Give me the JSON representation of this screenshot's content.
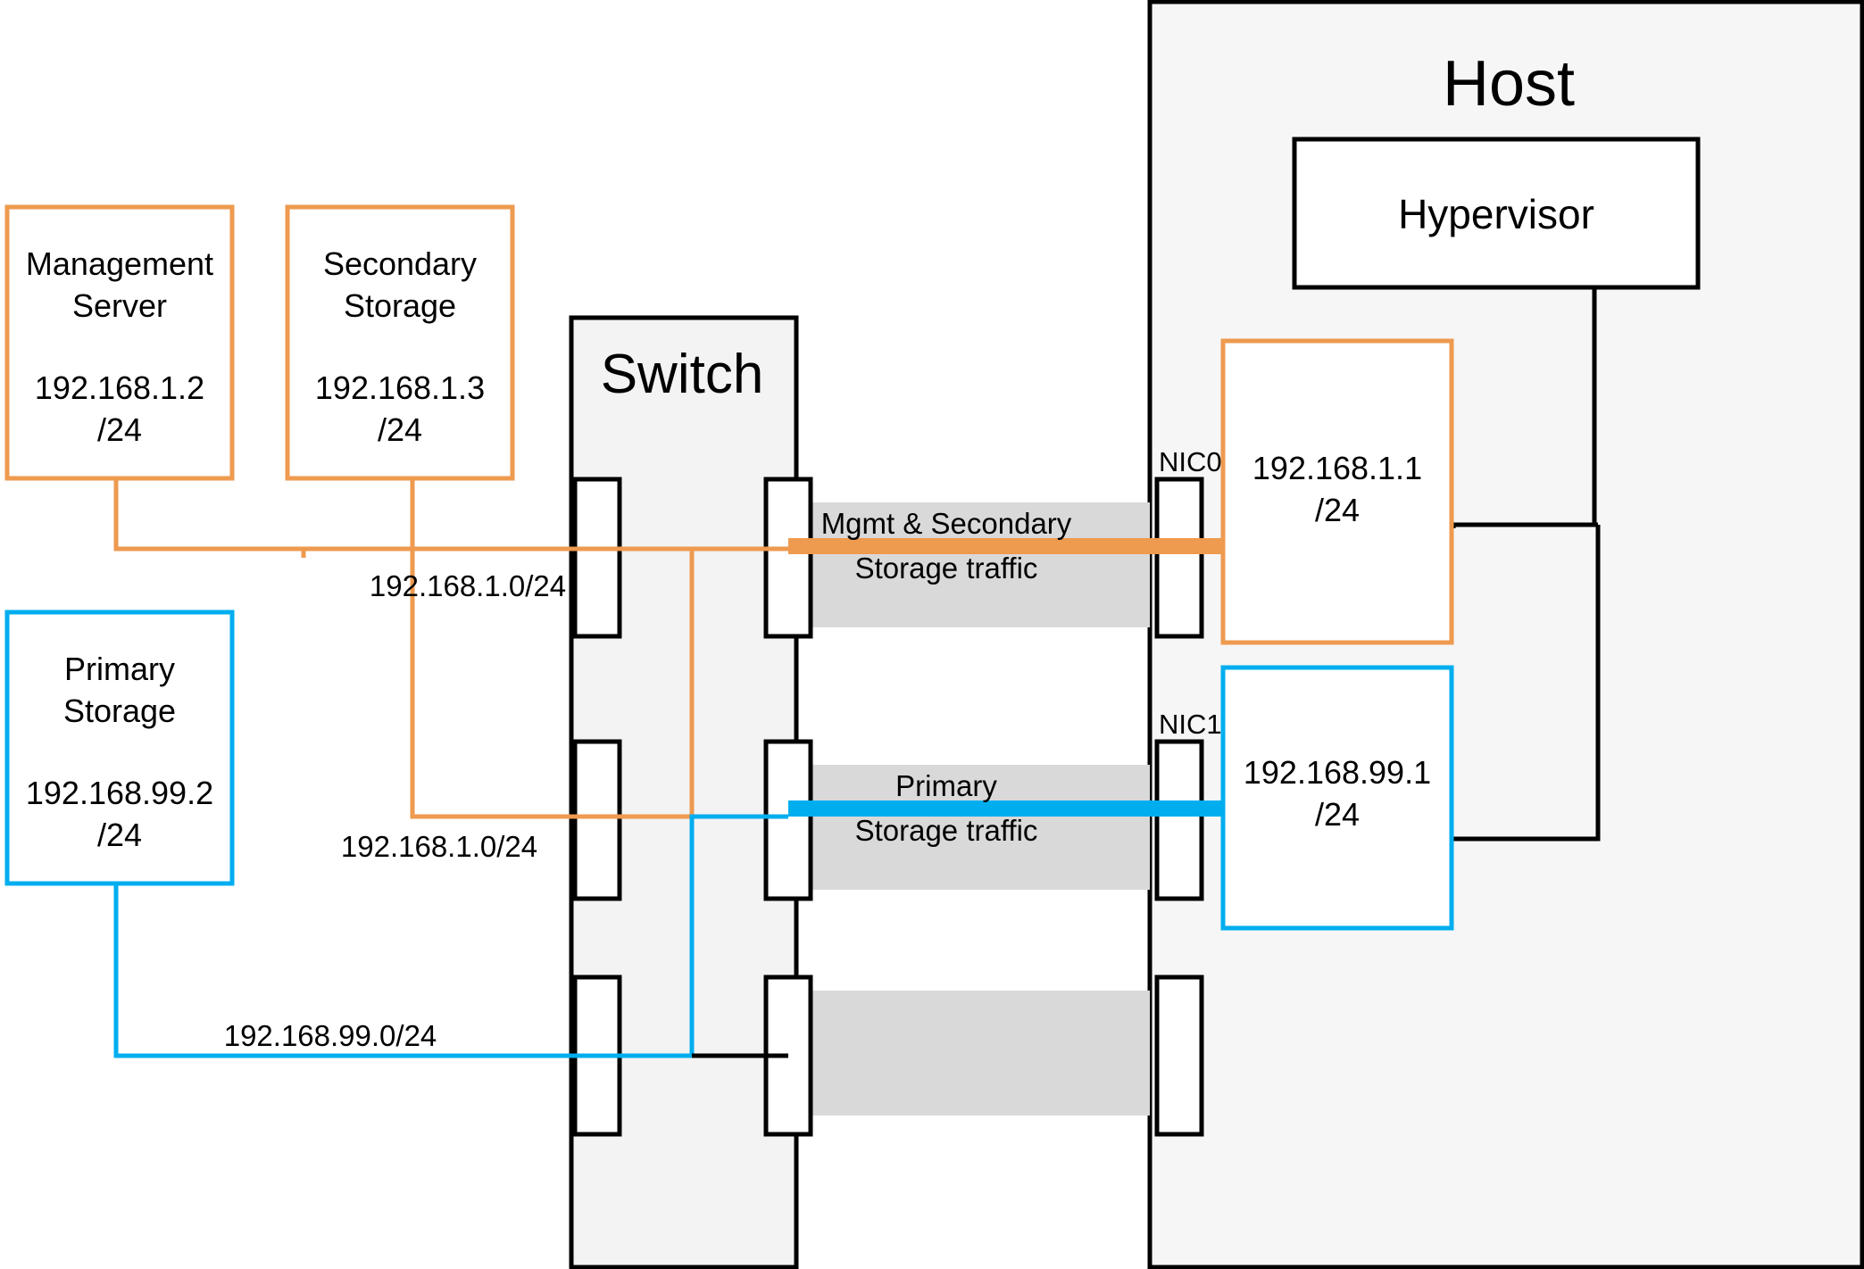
{
  "diagram": {
    "title_host": "Host",
    "title_switch": "Switch",
    "colors": {
      "orange": "#EE9A4F",
      "blue": "#00AEEF",
      "black": "#000000",
      "band_gray": "#D9D9D9",
      "panel_gray": "#F3F3F3"
    }
  },
  "nodes": {
    "management_server": {
      "name_line1": "Management",
      "name_line2": "Server",
      "ip": "192.168.1.2",
      "mask": "/24"
    },
    "secondary_storage": {
      "name_line1": "Secondary",
      "name_line2": "Storage",
      "ip": "192.168.1.3",
      "mask": "/24"
    },
    "primary_storage": {
      "name_line1": "Primary",
      "name_line2": "Storage",
      "ip": "192.168.99.2",
      "mask": "/24"
    },
    "hypervisor": {
      "label": "Hypervisor"
    },
    "nic0": {
      "label": "NIC0",
      "ip": "192.168.1.1",
      "mask": "/24"
    },
    "nic1": {
      "label": "NIC1",
      "ip": "192.168.99.1",
      "mask": "/24"
    }
  },
  "network_labels": {
    "mgmt_subnet_top": "192.168.1.0/24",
    "mgmt_subnet_bottom": "192.168.1.0/24",
    "storage_subnet": "192.168.99.0/24"
  },
  "traffic_bands": {
    "mgmt": {
      "line1": "Mgmt & Secondary",
      "line2": "Storage traffic",
      "color": "#EE9A4F"
    },
    "primary": {
      "line1": "Primary",
      "line2": "Storage traffic",
      "color": "#00AEEF"
    }
  }
}
